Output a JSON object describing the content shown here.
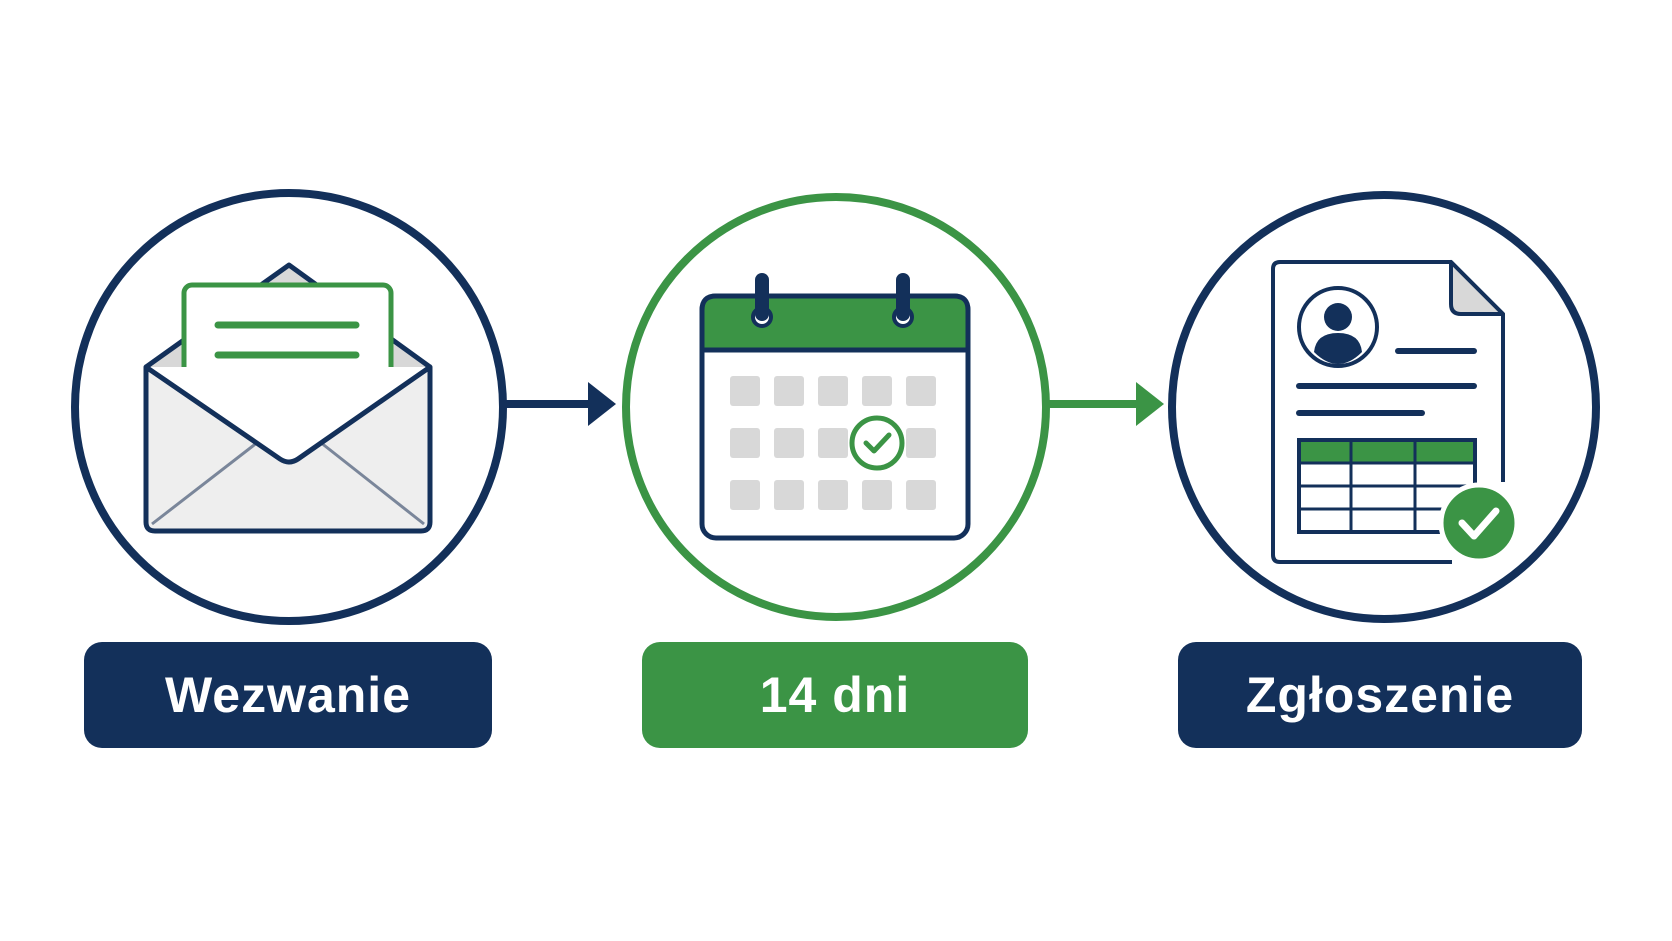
{
  "steps": [
    {
      "label": "Wezwanie",
      "icon": "envelope-letter-icon",
      "color": "#13305a"
    },
    {
      "label": "14 dni",
      "icon": "calendar-check-icon",
      "color": "#3b9445"
    },
    {
      "label": "Zgłoszenie",
      "icon": "document-form-check-icon",
      "color": "#13305a"
    }
  ],
  "colors": {
    "navy": "#13305a",
    "green": "#3b9445",
    "light_gray": "#d8d8d8",
    "envelope_fill": "#eeeeee"
  }
}
